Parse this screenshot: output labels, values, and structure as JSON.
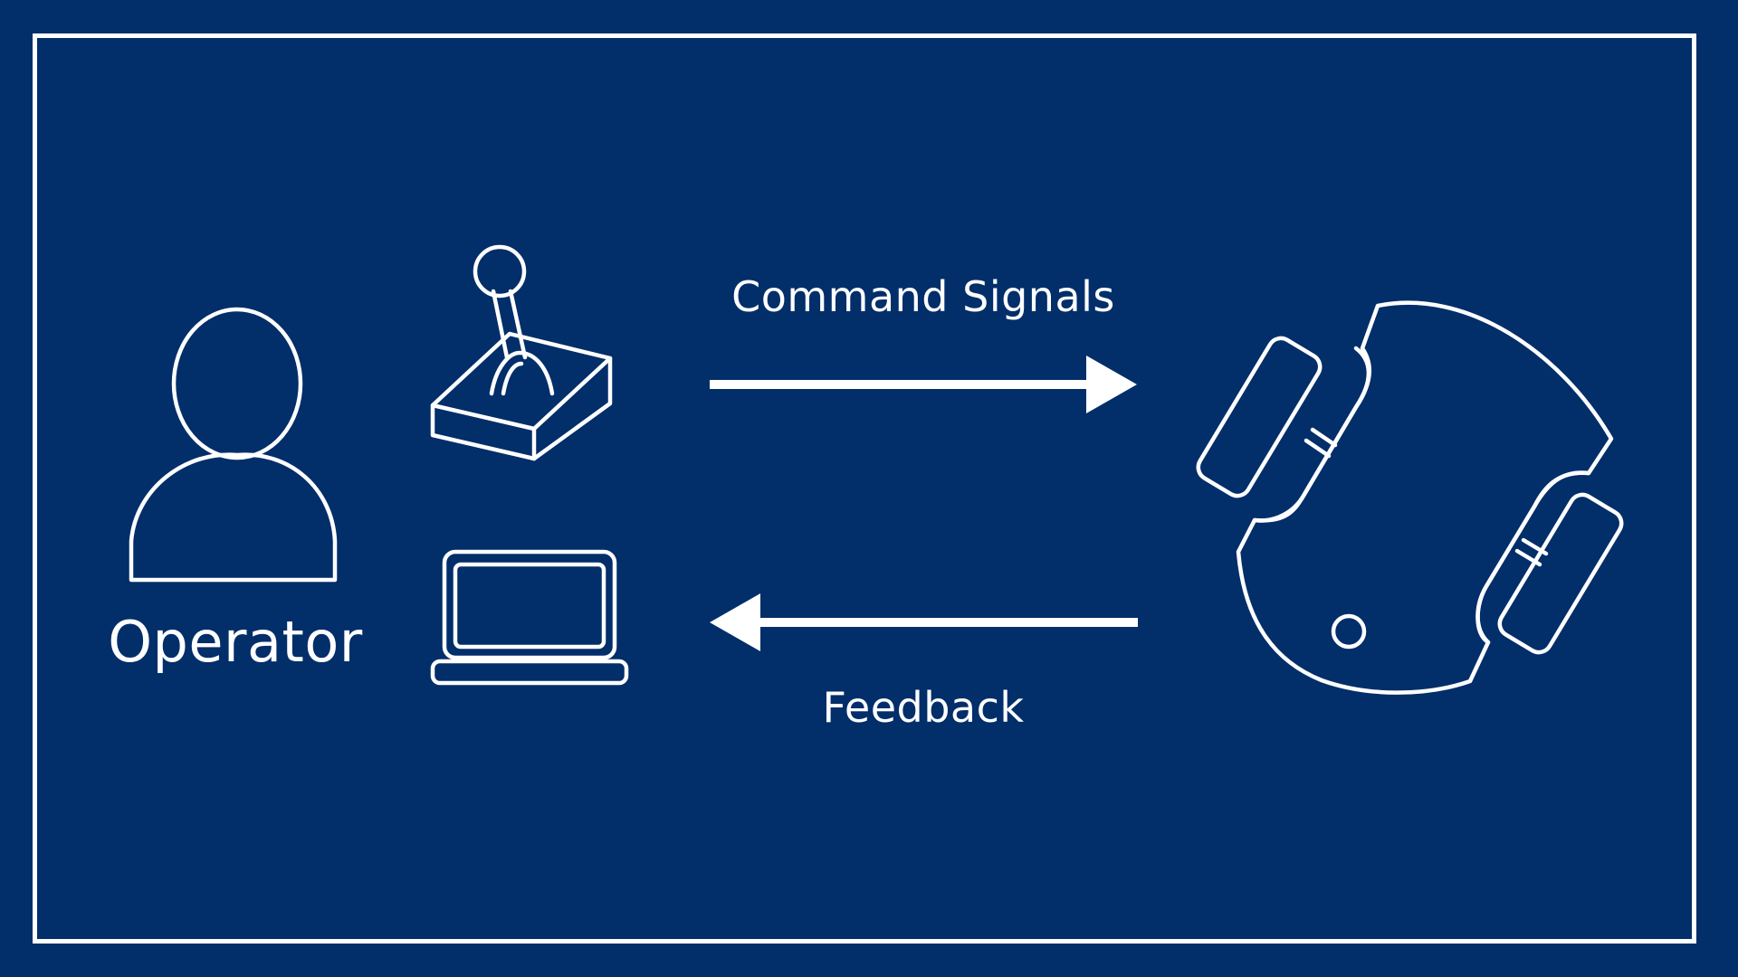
{
  "colors": {
    "background": "#022e6a",
    "stroke": "#ffffff"
  },
  "labels": {
    "operator": "Operator",
    "command_signals": "Command Signals",
    "feedback": "Feedback"
  },
  "icons": {
    "operator": "person-icon",
    "joystick": "joystick-icon",
    "laptop": "laptop-icon",
    "robot": "robot-topview-icon",
    "command_arrow": "arrow-right-icon",
    "feedback_arrow": "arrow-left-icon"
  }
}
